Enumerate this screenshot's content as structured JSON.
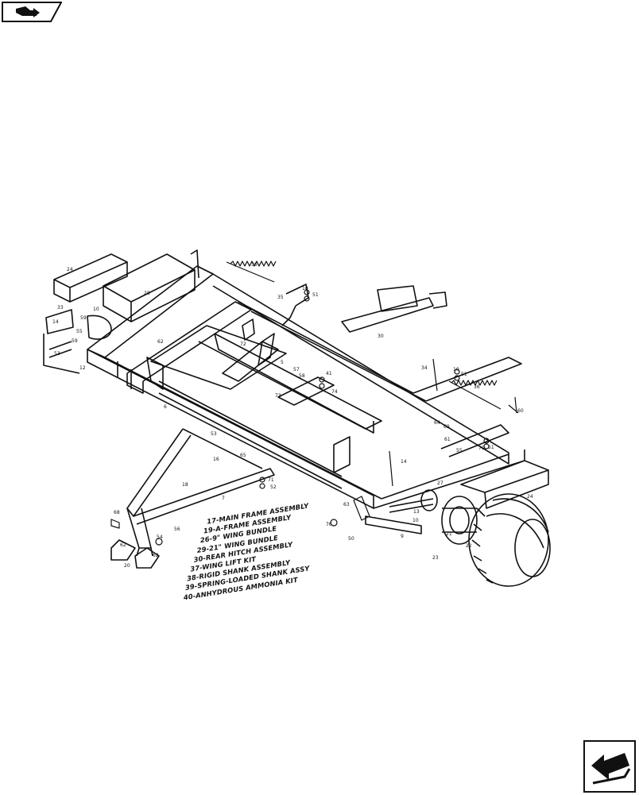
{
  "legend": [
    "17-MAIN FRAME ASSEMBLY",
    "19-A-FRAME ASSEMBLY",
    "26-9\" WING BUNDLE",
    "29-21\" WING BUNDLE",
    "30-REAR HITCH ASSEMBLY",
    "37-WING LIFT KIT",
    "38-RIGID SHANK ASSEMBLY",
    "39-SPRING-LOADED SHANK ASSY",
    "40-ANHYDROUS AMMONIA KIT"
  ],
  "callouts": {
    "c24a": "24",
    "c28": "28",
    "c36a": "36",
    "c35": "35",
    "c10a": "10",
    "c51a": "51",
    "c33": "33",
    "c14a": "14",
    "c59a": "59",
    "c55": "55",
    "c59b": "59",
    "c53a": "53",
    "c10b": "10",
    "c12": "12",
    "c30": "30",
    "c72": "72",
    "c62a": "62",
    "c5": "5",
    "c57": "57",
    "c41": "41",
    "c58": "58",
    "c74": "74",
    "c34": "34",
    "c10c": "10",
    "c51b": "51",
    "c36b": "36",
    "c60": "60",
    "c6": "6",
    "c53b": "53",
    "c64": "64",
    "c69": "69",
    "c16": "16",
    "c65": "65",
    "c61": "61",
    "c55b": "55",
    "c70": "70",
    "c51c": "51",
    "c14b": "14",
    "c71": "71",
    "c52": "52",
    "c27": "27",
    "c24b": "24",
    "c18": "18",
    "c7": "7",
    "c63": "63",
    "c13": "13",
    "c10d": "10",
    "c68": "68",
    "c54": "54",
    "c56": "56",
    "c76": "76",
    "c50": "50",
    "c9": "9",
    "c21": "21",
    "c22": "22",
    "c62b": "62",
    "c20": "20",
    "c62c": "62",
    "c23": "23",
    "c73": "73"
  }
}
